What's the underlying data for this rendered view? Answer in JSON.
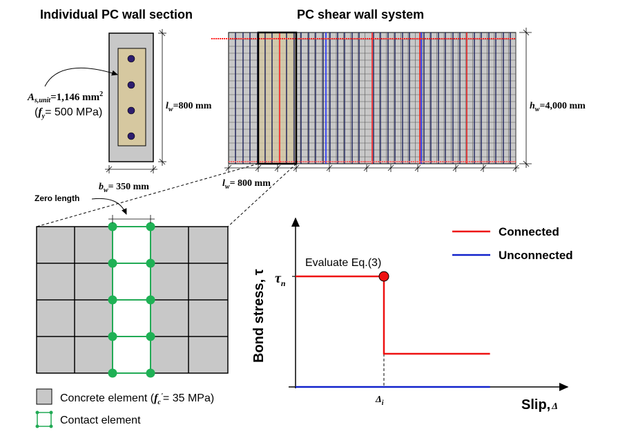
{
  "titles": {
    "individual": "Individual  PC wall  section",
    "system": "PC shear wall  system"
  },
  "section": {
    "as_sym": "A",
    "as_sub": "s,unit",
    "as_val": "=1,146 mm",
    "as_sup": "2",
    "fy_open": "(",
    "fy_sym": "f",
    "fy_sub": "y",
    "fy_val": "= 500 MPa)",
    "lw_sym": "l",
    "lw_sub": "w",
    "lw_val": "=800 mm",
    "bw_sym": "b",
    "bw_sub": "w",
    "bw_val": "= 350 mm"
  },
  "system": {
    "hw_sym": "h",
    "hw_sub": "w",
    "hw_val": "=4,000 mm",
    "lw_sym": "l",
    "lw_sub": "w",
    "lw_val": "= 800 mm"
  },
  "detail": {
    "zero_length": "Zero length"
  },
  "legend": {
    "concrete_text": "Concrete element (",
    "concrete_sym": "f",
    "concrete_sub": "c",
    "concrete_sup": "'",
    "concrete_val": "= 35 MPa)",
    "contact_text": "Contact element"
  },
  "chart_data": {
    "type": "line",
    "xlabel": "Slip,",
    "xlabel_sym": "Δ",
    "ylabel": "Bond stress, τ",
    "tau_n_sym": "τ",
    "tau_n_sub": "n",
    "delta_sym": "Δ",
    "delta_sub": "i",
    "annotation": "Evaluate Eq.(3)",
    "series": [
      {
        "name": "Connected",
        "color": "#ee1111",
        "points": [
          [
            0,
            1
          ],
          [
            1,
            1
          ],
          [
            1,
            0.3
          ],
          [
            2.2,
            0.3
          ]
        ]
      },
      {
        "name": "Unconnected",
        "color": "#1122cc",
        "points": [
          [
            0,
            0
          ],
          [
            2.2,
            0
          ]
        ]
      }
    ]
  }
}
